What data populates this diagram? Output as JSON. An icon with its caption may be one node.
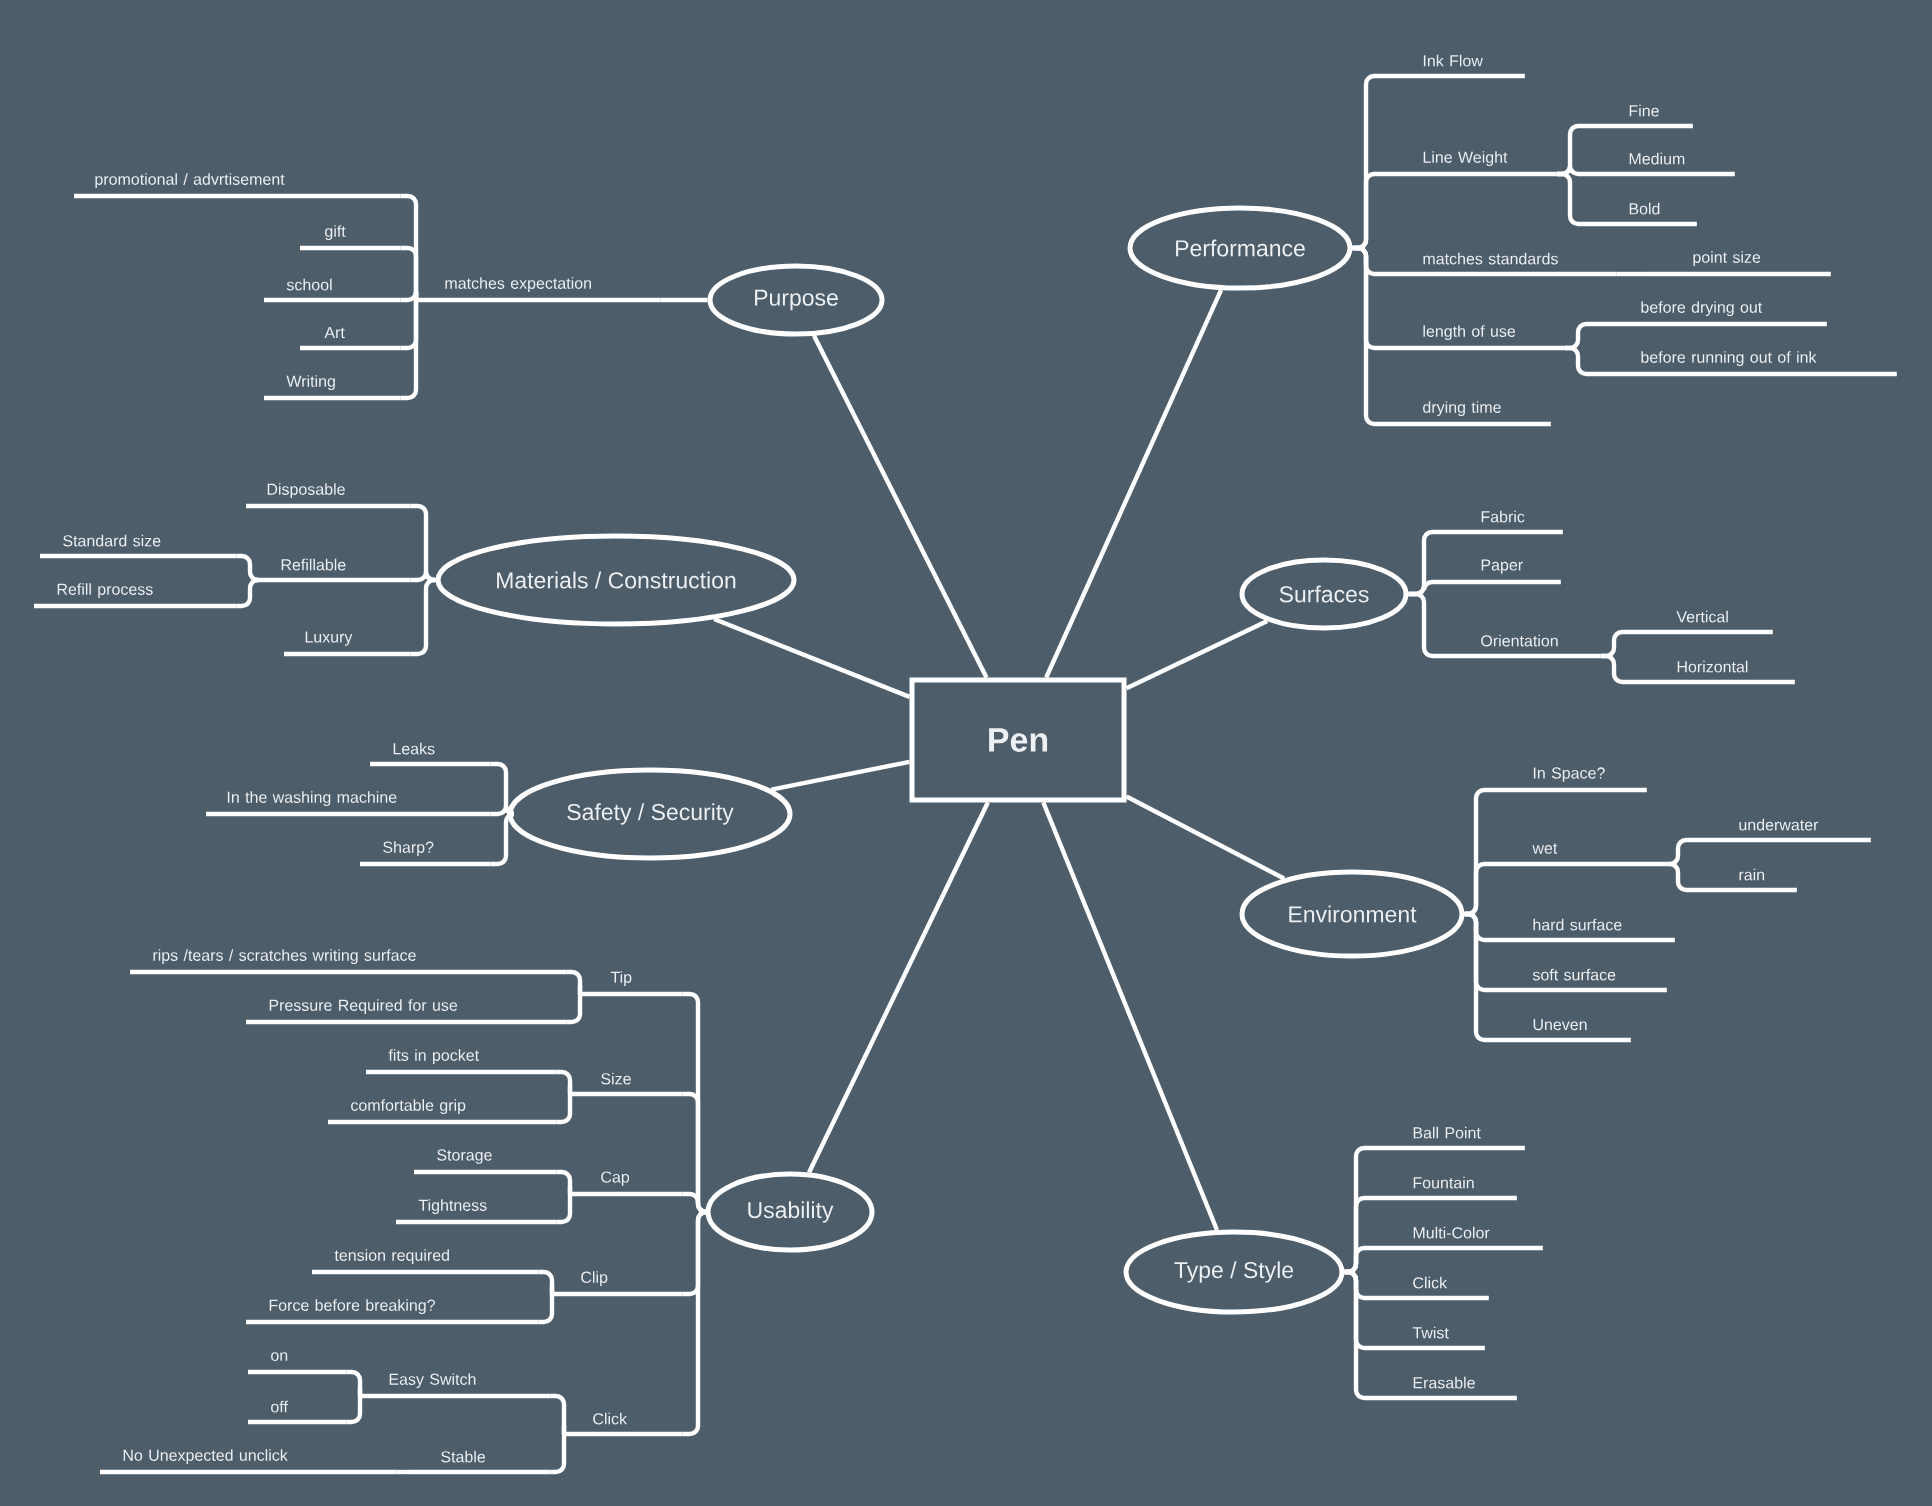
{
  "diagram": {
    "nodes": [
      {
        "text": [
          "Pen"
        ]
      },
      {
        "text": [
          "Purpose"
        ]
      },
      {
        "text": [
          "matches expectation"
        ]
      },
      {
        "text": [
          "promotional / advrtisement"
        ]
      },
      {
        "text": [
          "gift"
        ]
      },
      {
        "text": [
          "school"
        ]
      },
      {
        "text": [
          "Art"
        ]
      },
      {
        "text": [
          "Writing"
        ]
      },
      {
        "text": [
          "Materials / Construction"
        ]
      },
      {
        "text": [
          "Disposable"
        ]
      },
      {
        "text": [
          "Refillable"
        ]
      },
      {
        "text": [
          "Standard size"
        ]
      },
      {
        "text": [
          "Refill process"
        ]
      },
      {
        "text": [
          "Luxury"
        ]
      },
      {
        "text": [
          "Safety / Security"
        ]
      },
      {
        "text": [
          "Leaks"
        ]
      },
      {
        "text": [
          "In the washing machine"
        ]
      },
      {
        "text": [
          "Sharp?"
        ]
      },
      {
        "text": [
          "Usability"
        ]
      },
      {
        "text": [
          "Tip"
        ]
      },
      {
        "text": [
          "rips /tears / scratches writing surface"
        ]
      },
      {
        "text": [
          "Pressure Required for use"
        ]
      },
      {
        "text": [
          "Size"
        ]
      },
      {
        "text": [
          "fits in pocket"
        ]
      },
      {
        "text": [
          "comfortable grip"
        ]
      },
      {
        "text": [
          "Cap"
        ]
      },
      {
        "text": [
          "Storage"
        ]
      },
      {
        "text": [
          "Tightness"
        ]
      },
      {
        "text": [
          "Clip"
        ]
      },
      {
        "text": [
          "tension required"
        ]
      },
      {
        "text": [
          "Force before breaking?"
        ]
      },
      {
        "text": [
          "Click"
        ]
      },
      {
        "text": [
          "Easy Switch"
        ]
      },
      {
        "text": [
          "on"
        ]
      },
      {
        "text": [
          "off"
        ]
      },
      {
        "text": [
          "Stable"
        ]
      },
      {
        "text": [
          "No Unexpected unclick"
        ]
      },
      {
        "text": [
          "Performance"
        ]
      },
      {
        "text": [
          "Ink Flow"
        ]
      },
      {
        "text": [
          "Line Weight"
        ]
      },
      {
        "text": [
          "Fine"
        ]
      },
      {
        "text": [
          "Medium"
        ]
      },
      {
        "text": [
          "Bold"
        ]
      },
      {
        "text": [
          "matches standards"
        ]
      },
      {
        "text": [
          "point size"
        ]
      },
      {
        "text": [
          "length of use"
        ]
      },
      {
        "text": [
          "before drying out"
        ]
      },
      {
        "text": [
          "before running out of ink"
        ]
      },
      {
        "text": [
          "drying time"
        ]
      },
      {
        "text": [
          "Surfaces"
        ]
      },
      {
        "text": [
          "Fabric"
        ]
      },
      {
        "text": [
          "Paper"
        ]
      },
      {
        "text": [
          "Orientation"
        ]
      },
      {
        "text": [
          "Vertical"
        ]
      },
      {
        "text": [
          "Horizontal"
        ]
      },
      {
        "text": [
          "Environment"
        ]
      },
      {
        "text": [
          "In Space?"
        ]
      },
      {
        "text": [
          "wet"
        ]
      },
      {
        "text": [
          "underwater"
        ]
      },
      {
        "text": [
          "rain"
        ]
      },
      {
        "text": [
          "hard surface"
        ]
      },
      {
        "text": [
          "soft surface"
        ]
      },
      {
        "text": [
          "Uneven"
        ]
      },
      {
        "text": [
          "Type / Style"
        ]
      },
      {
        "text": [
          "Ball Point"
        ]
      },
      {
        "text": [
          "Fountain"
        ]
      },
      {
        "text": [
          "Multi-Color"
        ]
      },
      {
        "text": [
          "Click"
        ]
      },
      {
        "text": [
          "Twist"
        ]
      },
      {
        "text": [
          "Erasable"
        ]
      }
    ],
    "edges": [
      {
        "from": 0,
        "to": 1,
        "arrow": "none"
      },
      {
        "from": 0,
        "to": 8,
        "arrow": "none"
      },
      {
        "from": 0,
        "to": 14,
        "arrow": "none"
      },
      {
        "from": 0,
        "to": 18,
        "arrow": "none"
      },
      {
        "from": 0,
        "to": 37,
        "arrow": "none"
      },
      {
        "from": 0,
        "to": 49,
        "arrow": "none"
      },
      {
        "from": 0,
        "to": 55,
        "arrow": "none"
      },
      {
        "from": 0,
        "to": 63,
        "arrow": "none"
      },
      {
        "from": 1,
        "to": 2,
        "arrow": "none"
      },
      {
        "from": 2,
        "to": 3,
        "arrow": "none"
      },
      {
        "from": 2,
        "to": 4,
        "arrow": "none"
      },
      {
        "from": 2,
        "to": 5,
        "arrow": "none"
      },
      {
        "from": 2,
        "to": 6,
        "arrow": "none"
      },
      {
        "from": 2,
        "to": 7,
        "arrow": "none"
      },
      {
        "from": 8,
        "to": 9,
        "arrow": "none"
      },
      {
        "from": 8,
        "to": 10,
        "arrow": "none"
      },
      {
        "from": 8,
        "to": 13,
        "arrow": "none"
      },
      {
        "from": 10,
        "to": 11,
        "arrow": "none"
      },
      {
        "from": 10,
        "to": 12,
        "arrow": "none"
      },
      {
        "from": 14,
        "to": 15,
        "arrow": "none"
      },
      {
        "from": 14,
        "to": 16,
        "arrow": "none"
      },
      {
        "from": 14,
        "to": 17,
        "arrow": "none"
      },
      {
        "from": 18,
        "to": 19,
        "arrow": "none"
      },
      {
        "from": 18,
        "to": 22,
        "arrow": "none"
      },
      {
        "from": 18,
        "to": 25,
        "arrow": "none"
      },
      {
        "from": 18,
        "to": 28,
        "arrow": "none"
      },
      {
        "from": 18,
        "to": 31,
        "arrow": "none"
      },
      {
        "from": 19,
        "to": 20,
        "arrow": "none"
      },
      {
        "from": 19,
        "to": 21,
        "arrow": "none"
      },
      {
        "from": 22,
        "to": 23,
        "arrow": "none"
      },
      {
        "from": 22,
        "to": 24,
        "arrow": "none"
      },
      {
        "from": 25,
        "to": 26,
        "arrow": "none"
      },
      {
        "from": 25,
        "to": 27,
        "arrow": "none"
      },
      {
        "from": 28,
        "to": 29,
        "arrow": "none"
      },
      {
        "from": 28,
        "to": 30,
        "arrow": "none"
      },
      {
        "from": 31,
        "to": 32,
        "arrow": "none"
      },
      {
        "from": 31,
        "to": 35,
        "arrow": "none"
      },
      {
        "from": 32,
        "to": 33,
        "arrow": "none"
      },
      {
        "from": 32,
        "to": 34,
        "arrow": "none"
      },
      {
        "from": 35,
        "to": 36,
        "arrow": "none"
      },
      {
        "from": 37,
        "to": 38,
        "arrow": "none"
      },
      {
        "from": 37,
        "to": 39,
        "arrow": "none"
      },
      {
        "from": 37,
        "to": 43,
        "arrow": "none"
      },
      {
        "from": 37,
        "to": 45,
        "arrow": "none"
      },
      {
        "from": 37,
        "to": 48,
        "arrow": "none"
      },
      {
        "from": 39,
        "to": 40,
        "arrow": "none"
      },
      {
        "from": 39,
        "to": 41,
        "arrow": "none"
      },
      {
        "from": 39,
        "to": 42,
        "arrow": "none"
      },
      {
        "from": 43,
        "to": 44,
        "arrow": "none"
      },
      {
        "from": 45,
        "to": 46,
        "arrow": "none"
      },
      {
        "from": 45,
        "to": 47,
        "arrow": "none"
      },
      {
        "from": 49,
        "to": 50,
        "arrow": "none"
      },
      {
        "from": 49,
        "to": 51,
        "arrow": "none"
      },
      {
        "from": 49,
        "to": 52,
        "arrow": "none"
      },
      {
        "from": 52,
        "to": 53,
        "arrow": "none"
      },
      {
        "from": 52,
        "to": 54,
        "arrow": "none"
      },
      {
        "from": 55,
        "to": 56,
        "arrow": "none"
      },
      {
        "from": 55,
        "to": 57,
        "arrow": "none"
      },
      {
        "from": 55,
        "to": 60,
        "arrow": "none"
      },
      {
        "from": 55,
        "to": 61,
        "arrow": "none"
      },
      {
        "from": 55,
        "to": 62,
        "arrow": "none"
      },
      {
        "from": 57,
        "to": 58,
        "arrow": "none"
      },
      {
        "from": 57,
        "to": 59,
        "arrow": "none"
      },
      {
        "from": 63,
        "to": 64,
        "arrow": "none"
      },
      {
        "from": 63,
        "to": 65,
        "arrow": "none"
      },
      {
        "from": 63,
        "to": 66,
        "arrow": "none"
      },
      {
        "from": 63,
        "to": 67,
        "arrow": "none"
      },
      {
        "from": 63,
        "to": 68,
        "arrow": "none"
      },
      {
        "from": 63,
        "to": 69,
        "arrow": "none"
      }
    ]
  }
}
